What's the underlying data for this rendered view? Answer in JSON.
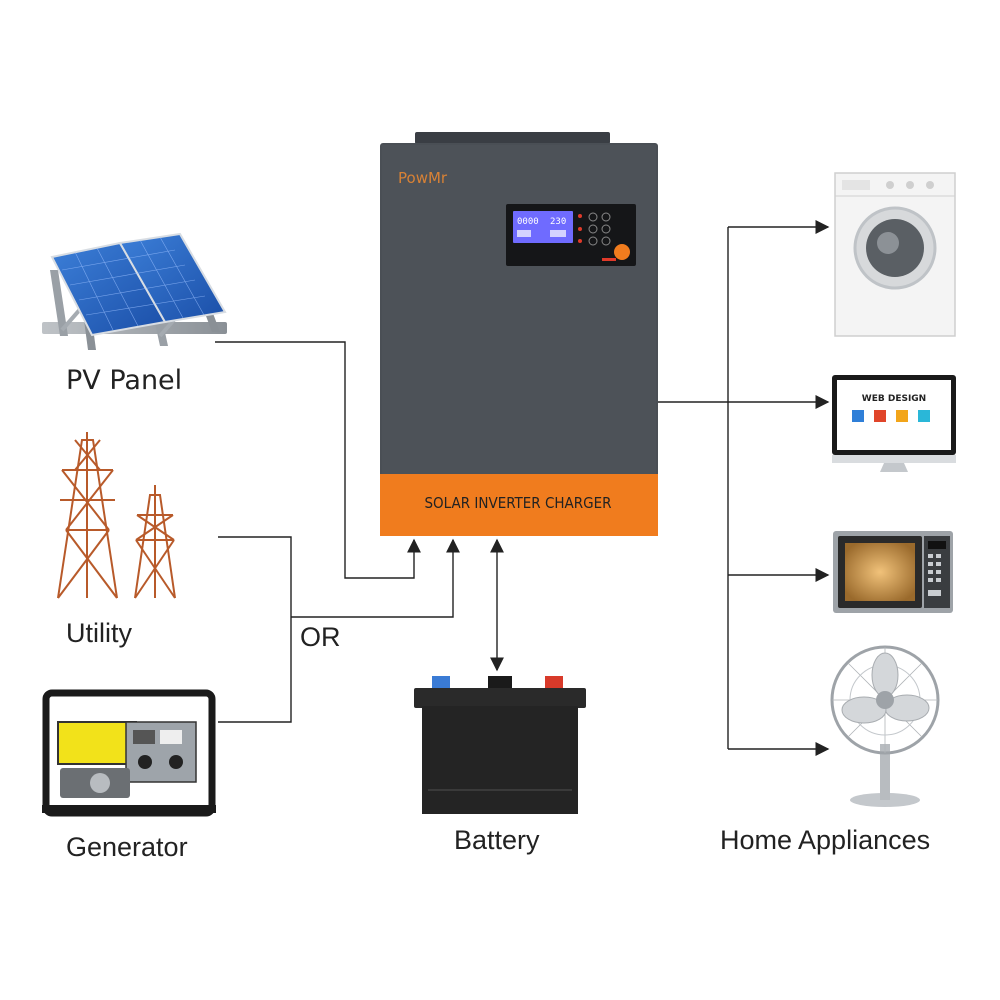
{
  "inverter": {
    "brand_text": "PowMr",
    "front_label": "SOLAR INVERTER CHARGER",
    "lcd_readout_left": "0000",
    "lcd_readout_right": "230",
    "colors": {
      "body": "#4a4f55",
      "accent": "#f07c1e",
      "lcd": "#6f6bff"
    }
  },
  "sources": {
    "pv_label": "PV Panel",
    "utility_label": "Utility",
    "or_label": "OR",
    "generator_label": "Generator"
  },
  "storage": {
    "battery_label": "Battery"
  },
  "loads": {
    "label": "Home Appliances",
    "monitor_screen_title": "WEB DESIGN",
    "items": [
      "washing-machine",
      "monitor",
      "microwave",
      "fan"
    ]
  },
  "line_color": "#222222"
}
